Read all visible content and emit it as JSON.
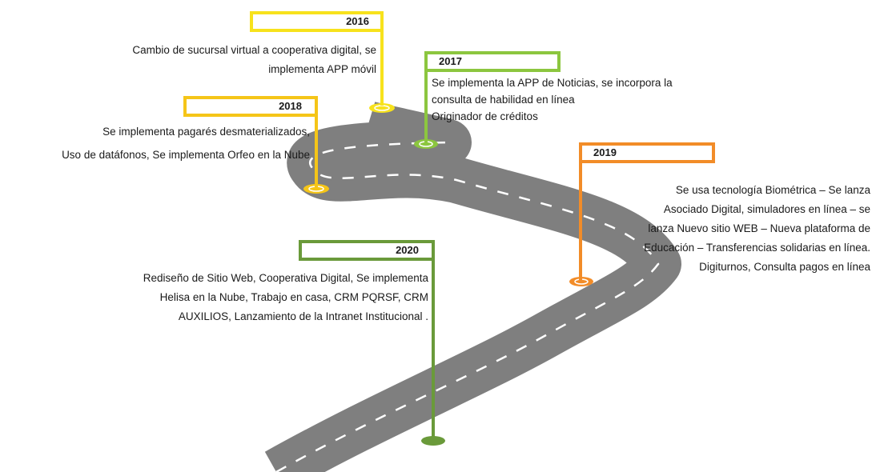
{
  "colors": {
    "road": "#7f7f7f",
    "lane": "#ffffff",
    "y2016": "#f7e21c",
    "y2017": "#8cc63f",
    "y2018": "#f5c518",
    "y2019": "#f28c28",
    "y2020": "#6a9a3a"
  },
  "milestones": [
    {
      "id": "2016",
      "year": "2016",
      "lines": [
        "Cambio de sucursal virtual a cooperativa digital, se",
        "implementa APP móvil"
      ]
    },
    {
      "id": "2017",
      "year": "2017",
      "lines": [
        "Se implementa la APP de Noticias, se incorpora la",
        "consulta de habilidad en línea",
        "Originador de créditos"
      ]
    },
    {
      "id": "2018",
      "year": "2018",
      "lines": [
        "Se implementa pagarés desmaterializados,",
        "Uso de datáfonos, Se implementa Orfeo en la Nube"
      ]
    },
    {
      "id": "2019",
      "year": "2019",
      "lines": [
        "Se usa tecnología Biométrica – Se lanza",
        "Asociado Digital, simuladores  en línea – se",
        "lanza Nuevo sitio WEB – Nueva plataforma de",
        "Educación – Transferencias solidarias en línea.",
        "Digiturnos, Consulta pagos en línea"
      ]
    },
    {
      "id": "2020",
      "year": "2020",
      "lines": [
        "Rediseño de Sitio Web, Cooperativa Digital, Se implementa",
        "Helisa en la Nube, Trabajo en casa, CRM PQRSF, CRM",
        "AUXILIOS, Lanzamiento de la Intranet Institucional ."
      ]
    }
  ]
}
